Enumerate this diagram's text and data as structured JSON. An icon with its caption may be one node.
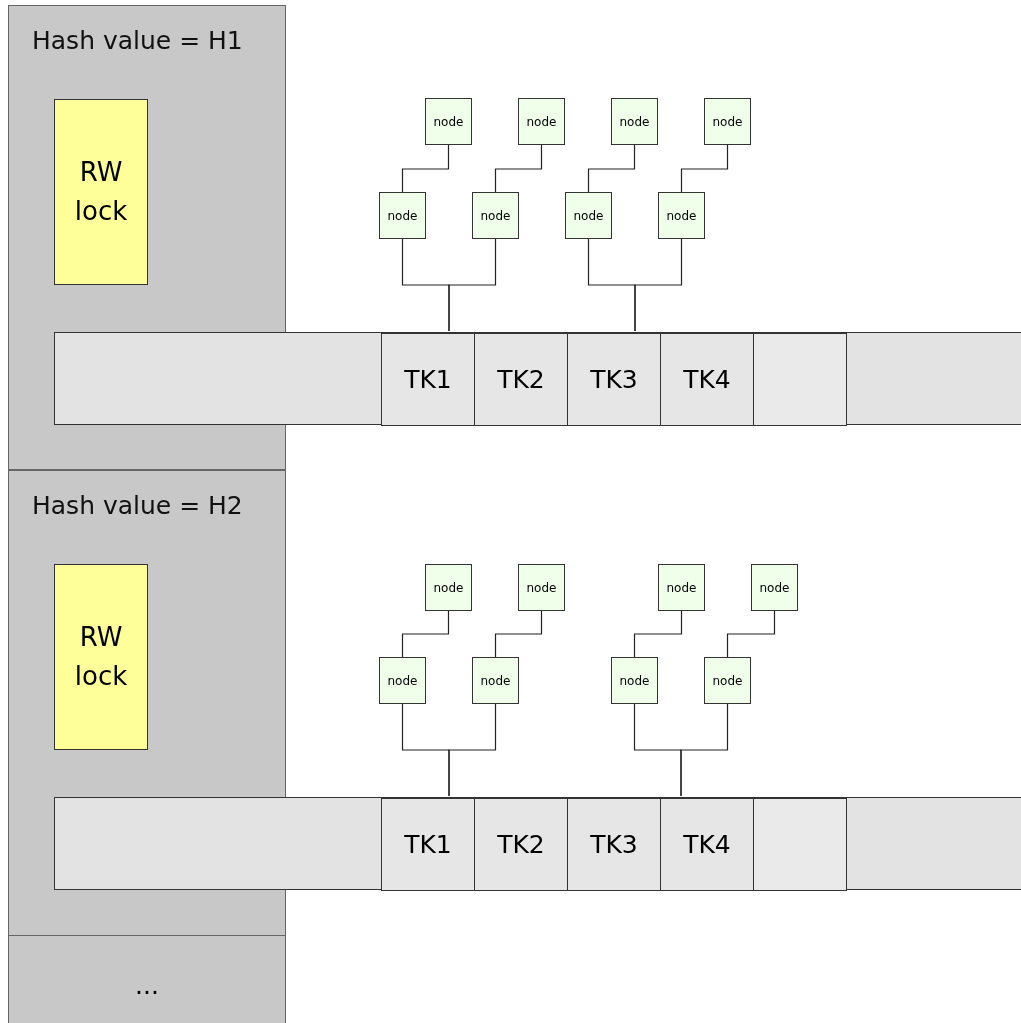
{
  "diagram": {
    "nodes": [
      {
        "text": [
          "Hash value = H1"
        ]
      },
      {
        "text": [
          "RW lock"
        ],
        "in": 0
      },
      {
        "text": [
          "node"
        ]
      },
      {
        "text": [
          "node"
        ]
      },
      {
        "text": [
          "node"
        ]
      },
      {
        "text": [
          "node"
        ]
      },
      {
        "text": [
          "node"
        ]
      },
      {
        "text": [
          "node"
        ]
      },
      {
        "text": [
          "node"
        ]
      },
      {
        "text": [
          "node"
        ]
      },
      {
        "text": [],
        "shape": "bar"
      },
      {
        "text": [
          "TK1"
        ],
        "in": 10
      },
      {
        "text": [
          "TK2"
        ],
        "in": 10
      },
      {
        "text": [
          "TK3"
        ],
        "in": 10
      },
      {
        "text": [
          "TK4"
        ],
        "in": 10
      },
      {
        "text": [],
        "shape": "box",
        "in": 10
      },
      {
        "text": [
          "Hash value = H2"
        ]
      },
      {
        "text": [
          "RW lock"
        ],
        "in": 16
      },
      {
        "text": [
          "node"
        ]
      },
      {
        "text": [
          "node"
        ]
      },
      {
        "text": [
          "node"
        ]
      },
      {
        "text": [
          "node"
        ]
      },
      {
        "text": [
          "node"
        ]
      },
      {
        "text": [
          "node"
        ]
      },
      {
        "text": [
          "node"
        ]
      },
      {
        "text": [
          "node"
        ]
      },
      {
        "text": [],
        "shape": "bar"
      },
      {
        "text": [
          "TK1"
        ],
        "in": 26
      },
      {
        "text": [
          "TK2"
        ],
        "in": 26
      },
      {
        "text": [
          "TK3"
        ],
        "in": 26
      },
      {
        "text": [
          "TK4"
        ],
        "in": 26
      },
      {
        "text": [],
        "shape": "box",
        "in": 26
      },
      {
        "text": [
          "..."
        ]
      }
    ],
    "edges": [
      {
        "from": 6,
        "to": 2,
        "arrow": "none"
      },
      {
        "from": 7,
        "to": 3,
        "arrow": "none"
      },
      {
        "from": 8,
        "to": 4,
        "arrow": "none"
      },
      {
        "from": 9,
        "to": 5,
        "arrow": "none"
      },
      {
        "from": 11,
        "to": 6,
        "arrow": "none"
      },
      {
        "from": 11,
        "to": 7,
        "arrow": "none"
      },
      {
        "from": 13,
        "to": 8,
        "arrow": "none"
      },
      {
        "from": 13,
        "to": 9,
        "arrow": "none"
      },
      {
        "from": 22,
        "to": 18,
        "arrow": "none"
      },
      {
        "from": 23,
        "to": 19,
        "arrow": "none"
      },
      {
        "from": 24,
        "to": 20,
        "arrow": "none"
      },
      {
        "from": 25,
        "to": 21,
        "arrow": "none"
      },
      {
        "from": 27,
        "to": 22,
        "arrow": "none"
      },
      {
        "from": 27,
        "to": 23,
        "arrow": "none"
      },
      {
        "from": 30,
        "to": 24,
        "arrow": "none"
      },
      {
        "from": 30,
        "to": 25,
        "arrow": "none"
      }
    ]
  }
}
